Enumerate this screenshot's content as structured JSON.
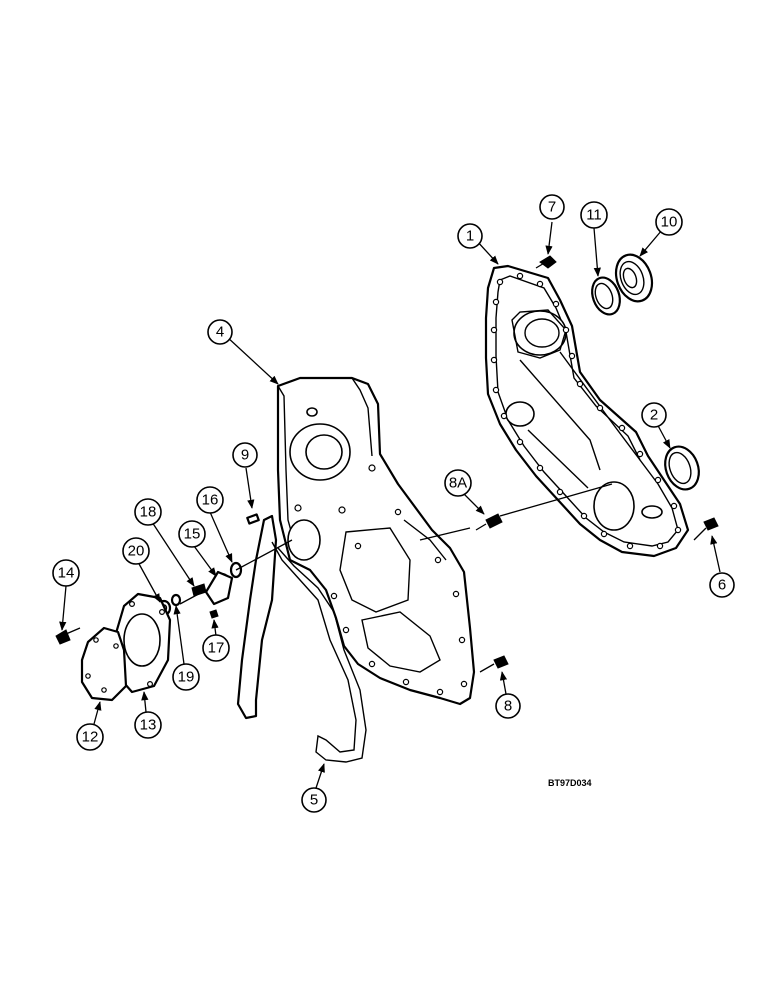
{
  "diagram": {
    "drawing_code": "BT97D034",
    "callouts": {
      "c1": "1",
      "c2": "2",
      "c4": "4",
      "c5": "5",
      "c6": "6",
      "c7": "7",
      "c8": "8",
      "c8a": "8A",
      "c9": "9",
      "c10": "10",
      "c11": "11",
      "c12": "12",
      "c13": "13",
      "c14": "14",
      "c15": "15",
      "c16": "16",
      "c17": "17",
      "c18": "18",
      "c19": "19",
      "c20": "20"
    }
  }
}
